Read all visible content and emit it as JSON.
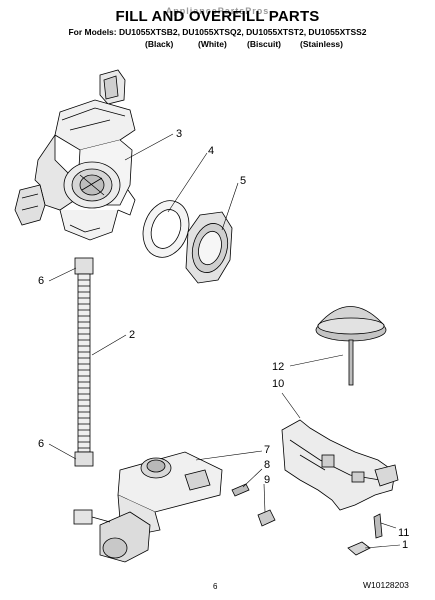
{
  "watermark": "AppliancePartsPros",
  "title": "FILL AND OVERFILL PARTS",
  "models_line": "For Models: DU1055XTSB2, DU1055XTSQ2, DU1055XTST2, DU1055XTSS2",
  "colors": [
    "(Black)",
    "(White)",
    "(Biscuit)",
    "(Stainless)"
  ],
  "callouts": [
    "3",
    "4",
    "5",
    "6",
    "2",
    "6",
    "12",
    "10",
    "7",
    "8",
    "9",
    "11",
    "1"
  ],
  "footer": {
    "page": "6",
    "part_number": "W10128203"
  }
}
